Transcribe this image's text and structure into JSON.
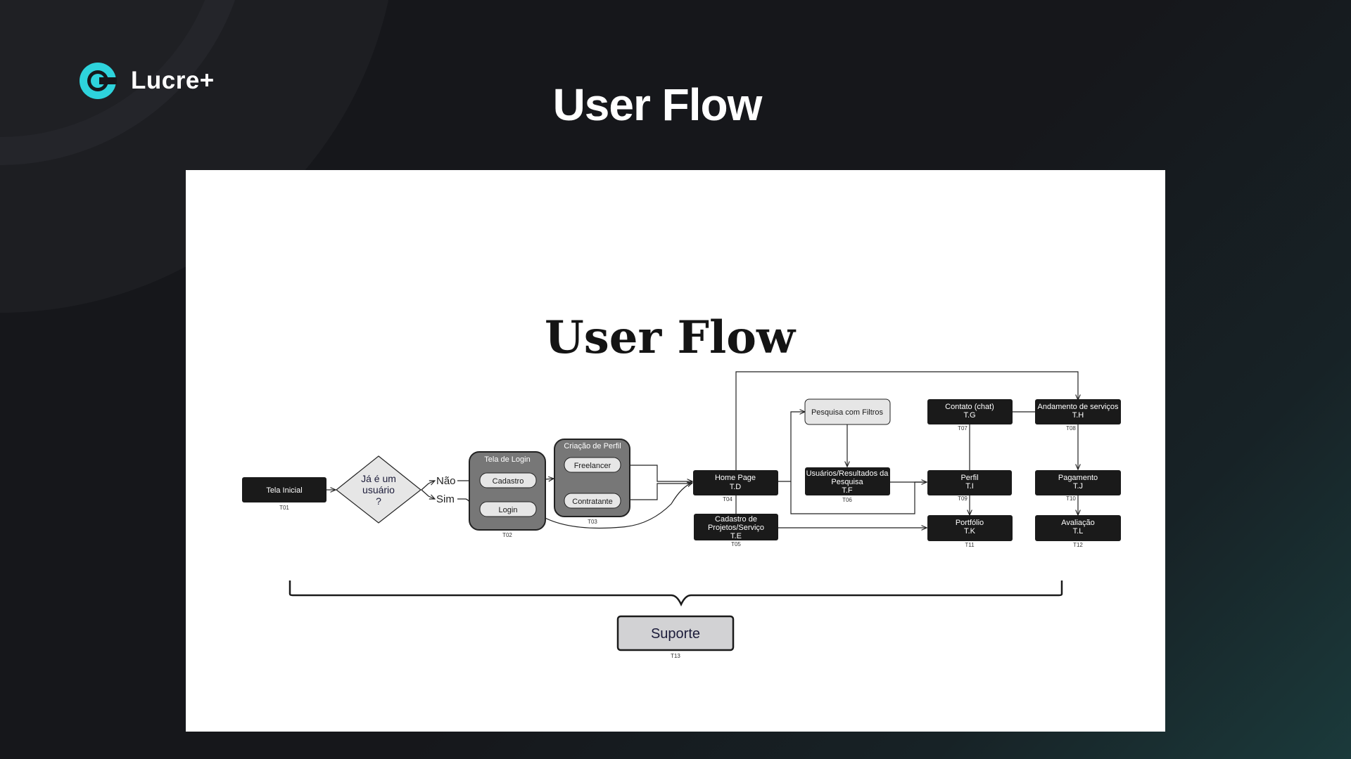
{
  "header": {
    "brand": "Lucre+",
    "page_title": "User Flow"
  },
  "colors": {
    "brand_accent": "#2ed3dc",
    "node_dark": "#1a1a1a",
    "group_fill": "#777777",
    "light_node": "#e6e6e6",
    "card_bg": "#ffffff"
  },
  "diagram": {
    "title": "User Flow",
    "start": {
      "label": "Tela Inicial",
      "code": "T01"
    },
    "decision": {
      "line1": "Já é um",
      "line2": "usuário",
      "line3": "?",
      "no_label": "Não",
      "yes_label": "Sim"
    },
    "login_group": {
      "title": "Tela de Login",
      "code": "T02",
      "option_signup": "Cadastro",
      "option_login": "Login"
    },
    "profile_group": {
      "title": "Criação de Perfil",
      "code": "T03",
      "option_freelancer": "Freelancer",
      "option_client": "Contratante"
    },
    "home": {
      "label": "Home Page",
      "id": "T.D",
      "code": "T04"
    },
    "project_register": {
      "line1": "Cadastro de",
      "line2": "Projetos/Serviço",
      "id": "T.E",
      "code": "T05"
    },
    "search": {
      "label": "Pesquisa com Filtros"
    },
    "results": {
      "line1": "Usuários/Resultados da",
      "line2": "Pesquisa",
      "id": "T.F",
      "code": "T06"
    },
    "chat": {
      "label": "Contato (chat)",
      "id": "T.G",
      "code": "T07"
    },
    "progress": {
      "label": "Andamento de serviços",
      "id": "T.H",
      "code": "T08"
    },
    "profile": {
      "label": "Perfil",
      "id": "T.I",
      "code": "T09"
    },
    "payment": {
      "label": "Pagamento",
      "id": "T.J",
      "code": "T10"
    },
    "portfolio": {
      "label": "Portfólio",
      "id": "T.K",
      "code": "T11"
    },
    "rating": {
      "label": "Avaliação",
      "id": "T.L",
      "code": "T12"
    },
    "support": {
      "label": "Suporte",
      "code": "T13"
    }
  }
}
